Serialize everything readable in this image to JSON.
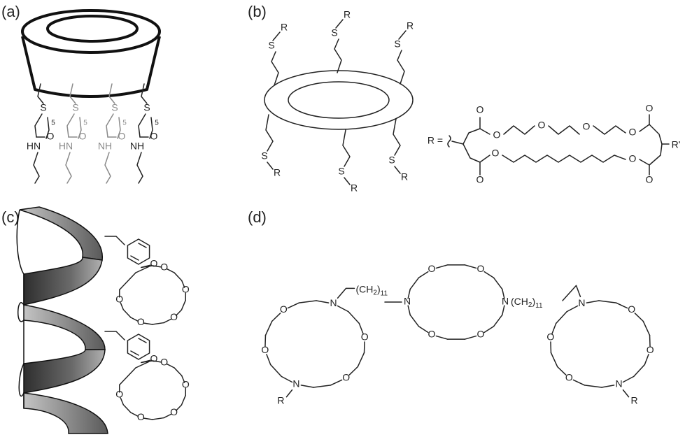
{
  "panels": {
    "a": {
      "label": "(a)",
      "chains": [
        {
          "s": "S",
          "count": "5",
          "nh": "HN",
          "o": "O",
          "dark": true
        },
        {
          "s": "S",
          "count": "5",
          "nh": "HN",
          "o": "O",
          "dark": false
        },
        {
          "s": "S",
          "count": "5",
          "nh": "NH",
          "o": "O",
          "dark": false
        },
        {
          "s": "S",
          "count": "5",
          "nh": "NH",
          "o": "O",
          "dark": true
        }
      ]
    },
    "b": {
      "label": "(b)",
      "r_atom": "R",
      "s_atom": "S",
      "r_def_label": "R =",
      "r_prime": "R'",
      "o_atom": "O"
    },
    "c": {
      "label": "(c)",
      "o_atom": "O"
    },
    "d": {
      "label": "(d)",
      "n_atom": "N",
      "o_atom": "O",
      "r_atom": "R",
      "linker_text": "(CH",
      "linker_sub": "2",
      "linker_close": ")",
      "linker_count": "11"
    }
  },
  "colors": {
    "ink": "#222222",
    "faded_chain": "#8a8a8a",
    "helix_dark": "#3a3a3a",
    "helix_light": "#9a9a9a"
  }
}
